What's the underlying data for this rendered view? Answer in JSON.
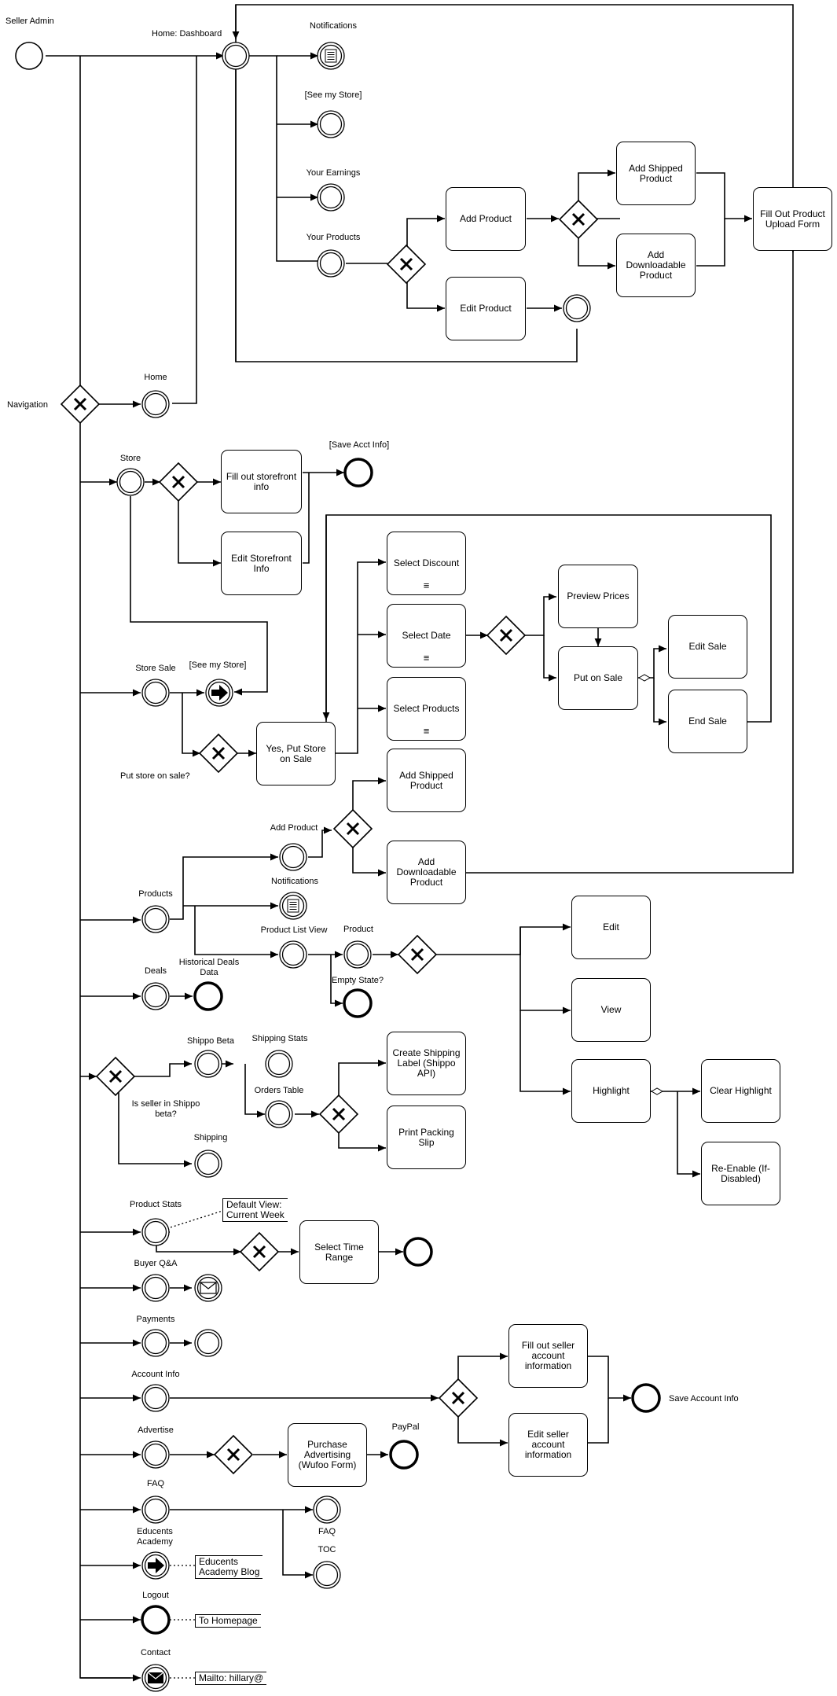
{
  "labels": {
    "seller_admin": "Seller Admin",
    "home_dashboard": "Home: Dashboard",
    "notifications_top": "Notifications",
    "see_my_store_top": "[See my Store]",
    "your_earnings": "Your Earnings",
    "your_products": "Your Products",
    "navigation": "Navigation",
    "home": "Home",
    "store": "Store",
    "save_acct_info": "[Save Acct Info]",
    "store_sale": "Store Sale",
    "see_my_store_mid": "[See my Store]",
    "put_store_on_sale": "Put store on sale?",
    "add_product_event": "Add Product",
    "notifications_mid": "Notifications",
    "products": "Products",
    "product_list_view": "Product List View",
    "product": "Product",
    "empty_state": "Empty State?",
    "deals": "Deals",
    "historical_deals_1": "Historical Deals",
    "historical_deals_2": "Data",
    "shippo_beta": "Shippo Beta",
    "shipping_stats": "Shipping Stats",
    "orders_table": "Orders Table",
    "is_seller_1": "Is seller in Shippo",
    "is_seller_2": "beta?",
    "shipping": "Shipping",
    "product_stats": "Product Stats",
    "buyer_qa": "Buyer Q&A",
    "payments": "Payments",
    "account_info": "Account Info",
    "save_account_info": "Save Account Info",
    "advertise": "Advertise",
    "paypal": "PayPal",
    "faq": "FAQ",
    "faq_end": "FAQ",
    "toc": "TOC",
    "educents_1": "Educents",
    "educents_2": "Academy",
    "logout": "Logout",
    "contact": "Contact"
  },
  "tasks": {
    "add_product": "Add Product",
    "edit_product": "Edit Product",
    "add_shipped_product_top": "Add Shipped Product",
    "add_downloadable_product_top": "Add Downloadable Product",
    "fill_out_upload_form": "Fill Out Product Upload Form",
    "fill_storefront": "Fill out storefront info",
    "edit_storefront": "Edit Storefront Info",
    "select_discount": "Select Discount",
    "select_date": "Select Date",
    "select_products": "Select Products",
    "yes_put_store_on_sale": "Yes, Put Store on Sale",
    "preview_prices": "Preview Prices",
    "put_on_sale": "Put on Sale",
    "edit_sale": "Edit Sale",
    "end_sale": "End Sale",
    "add_shipped_product_mid": "Add Shipped Product",
    "add_downloadable_product_mid": "Add Downloadable Product",
    "edit": "Edit",
    "view": "View",
    "highlight": "Highlight",
    "clear_highlight": "Clear Highlight",
    "re_enable": "Re-Enable (If-Disabled)",
    "create_shipping_label": "Create Shipping Label (Shippo API)",
    "print_packing_slip": "Print Packing Slip",
    "select_time_range": "Select Time Range",
    "fill_seller_account": "Fill out seller account information",
    "edit_seller_account": "Edit seller account information",
    "purchase_advertising": "Purchase Advertising (Wufoo Form)"
  },
  "annotations": {
    "default_view": "Default View:\nCurrent Week",
    "educents_blog": "Educents\nAcademy Blog",
    "to_homepage": "To Homepage",
    "mailto": "Mailto: hillary@"
  },
  "markers": {
    "multi_instance": "≡"
  }
}
